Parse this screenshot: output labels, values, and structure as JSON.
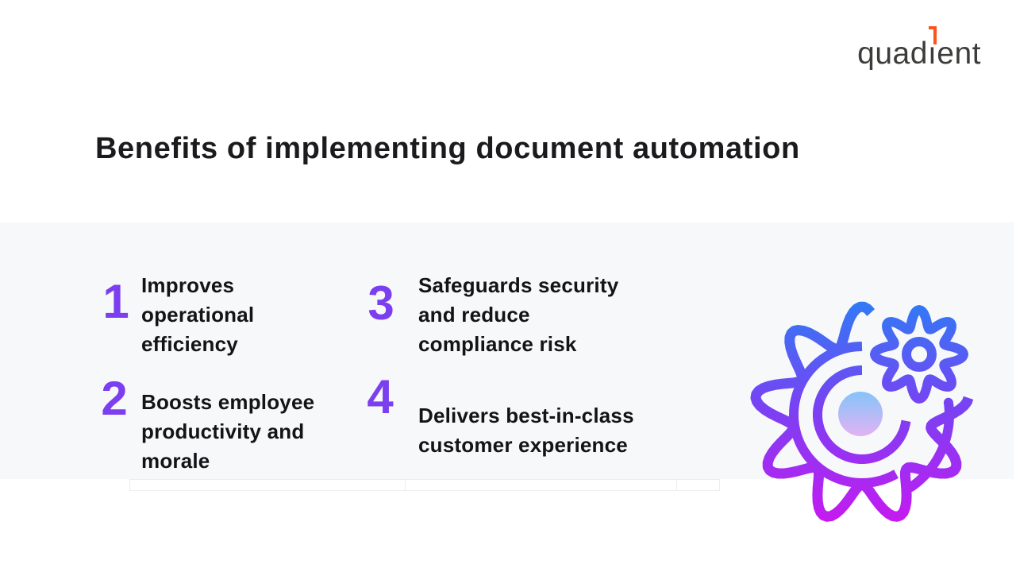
{
  "logo": {
    "part1": "quad",
    "i": "ı",
    "part2": "ent"
  },
  "title": "Benefits of implementing document automation",
  "benefits": {
    "items": [
      {
        "number": "1",
        "text": "Improves\noperational\nefficiency"
      },
      {
        "number": "2",
        "text": "Boosts employee\nproductivity and\nmorale"
      },
      {
        "number": "3",
        "text": "Safeguards security\nand reduce\ncompliance risk"
      },
      {
        "number": "4",
        "text": "Delivers best-in-class\ncustomer experience"
      }
    ],
    "number_color": "#7c3fef"
  },
  "illustration": {
    "gradient_top": "#2f7bf5",
    "gradient_mid": "#7a41f3",
    "gradient_bottom": "#cb17f0",
    "dot_top": "#85c4f9",
    "dot_bottom": "#e2b2f4"
  },
  "colors": {
    "accent_orange": "#fb541c",
    "band_background": "#f7f8fa",
    "text": "#141417"
  }
}
